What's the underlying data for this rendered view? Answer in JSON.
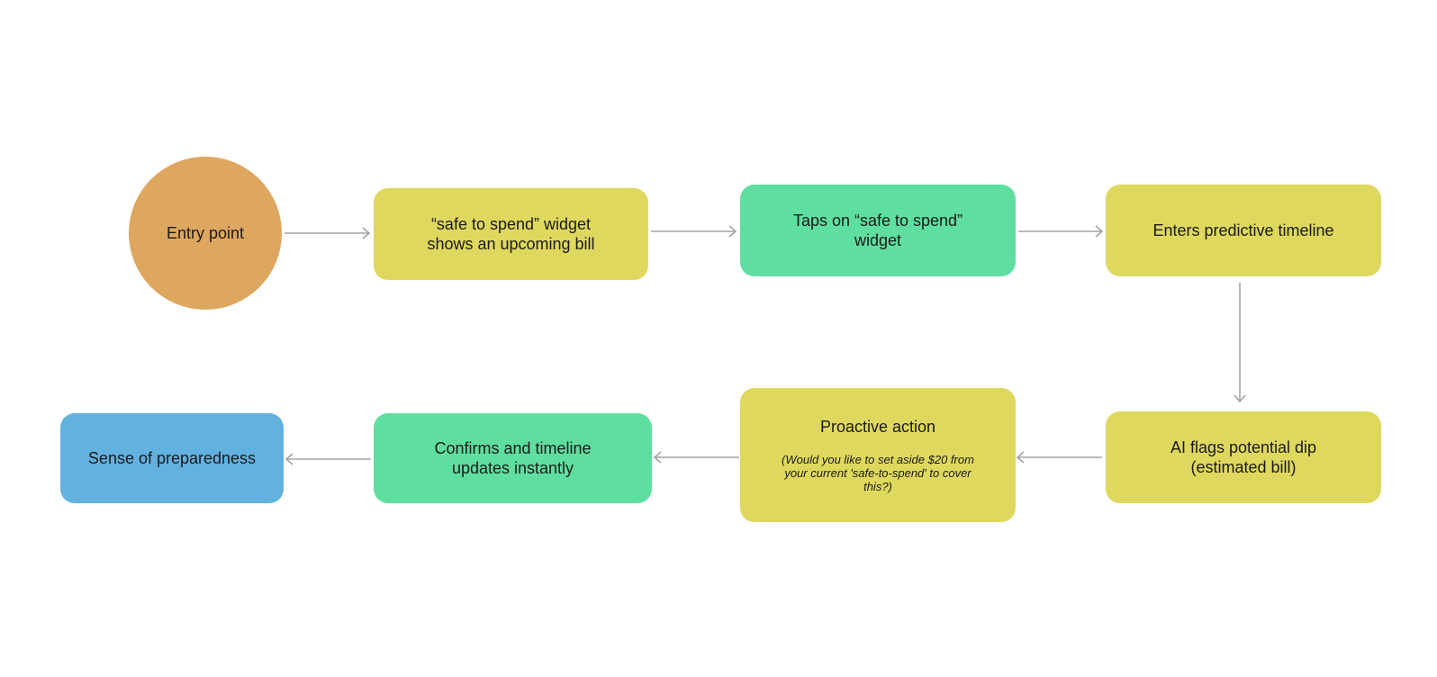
{
  "nodes": {
    "entry": {
      "label": "Entry point"
    },
    "widget_bill": {
      "label": "“safe to spend” widget\nshows an upcoming bill"
    },
    "taps_widget": {
      "label": "Taps on “safe to spend”\nwidget"
    },
    "timeline": {
      "label": "Enters predictive timeline"
    },
    "ai_flags": {
      "label": "AI flags potential dip\n(estimated bill)"
    },
    "proactive": {
      "label": "Proactive action",
      "sublabel": "(Would you like to set aside $20 from your current 'safe-to-spend' to cover this?)"
    },
    "confirms": {
      "label": "Confirms and timeline\nupdates instantly"
    },
    "preparedness": {
      "label": "Sense of preparedness"
    }
  },
  "colors": {
    "entry": "#dea75f",
    "yellow": "#dfd85e",
    "green": "#5fdf9f",
    "blue": "#62b1df",
    "arrow": "#a3a3a3"
  }
}
